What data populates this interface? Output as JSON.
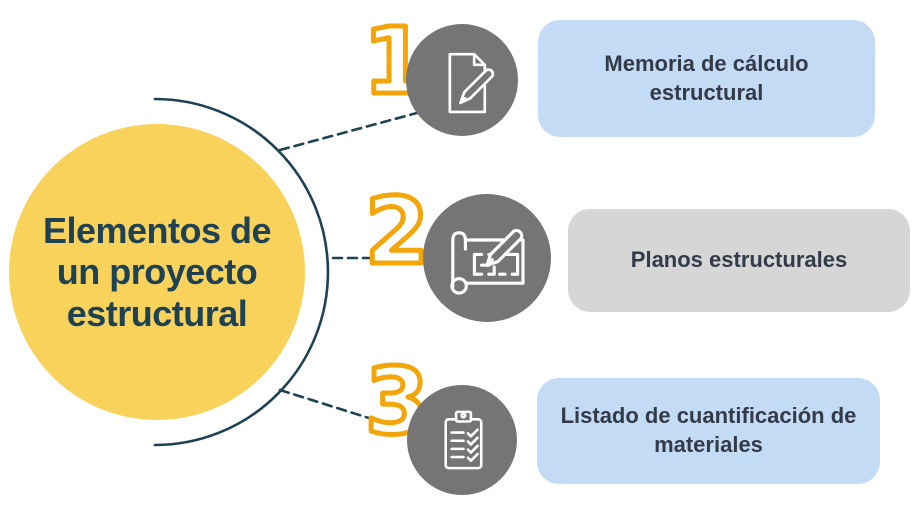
{
  "title": "Elementos de un proyecto estructural",
  "colors": {
    "main_circle_yellow": "#F8D25B",
    "title_navy": "#1E4254",
    "number_outline_orange": "#F2A60A",
    "icon_circle_gray": "#757575",
    "icon_stroke": "#FFFFFF",
    "card_light_blue": "#C4DBF6",
    "card_light_gray": "#D6D6D6",
    "card_text": "#333B49",
    "connector_navy": "#1E4254"
  },
  "items": [
    {
      "number": "1",
      "label": "Memoria de cálculo estructural",
      "icon": "document-pen-icon",
      "card_color": "light-blue"
    },
    {
      "number": "2",
      "label": "Planos estructurales",
      "icon": "blueprint-plan-icon",
      "card_color": "light-gray"
    },
    {
      "number": "3",
      "label": "Listado de cuantificación de materiales",
      "icon": "clipboard-checklist-icon",
      "card_color": "light-blue"
    }
  ]
}
